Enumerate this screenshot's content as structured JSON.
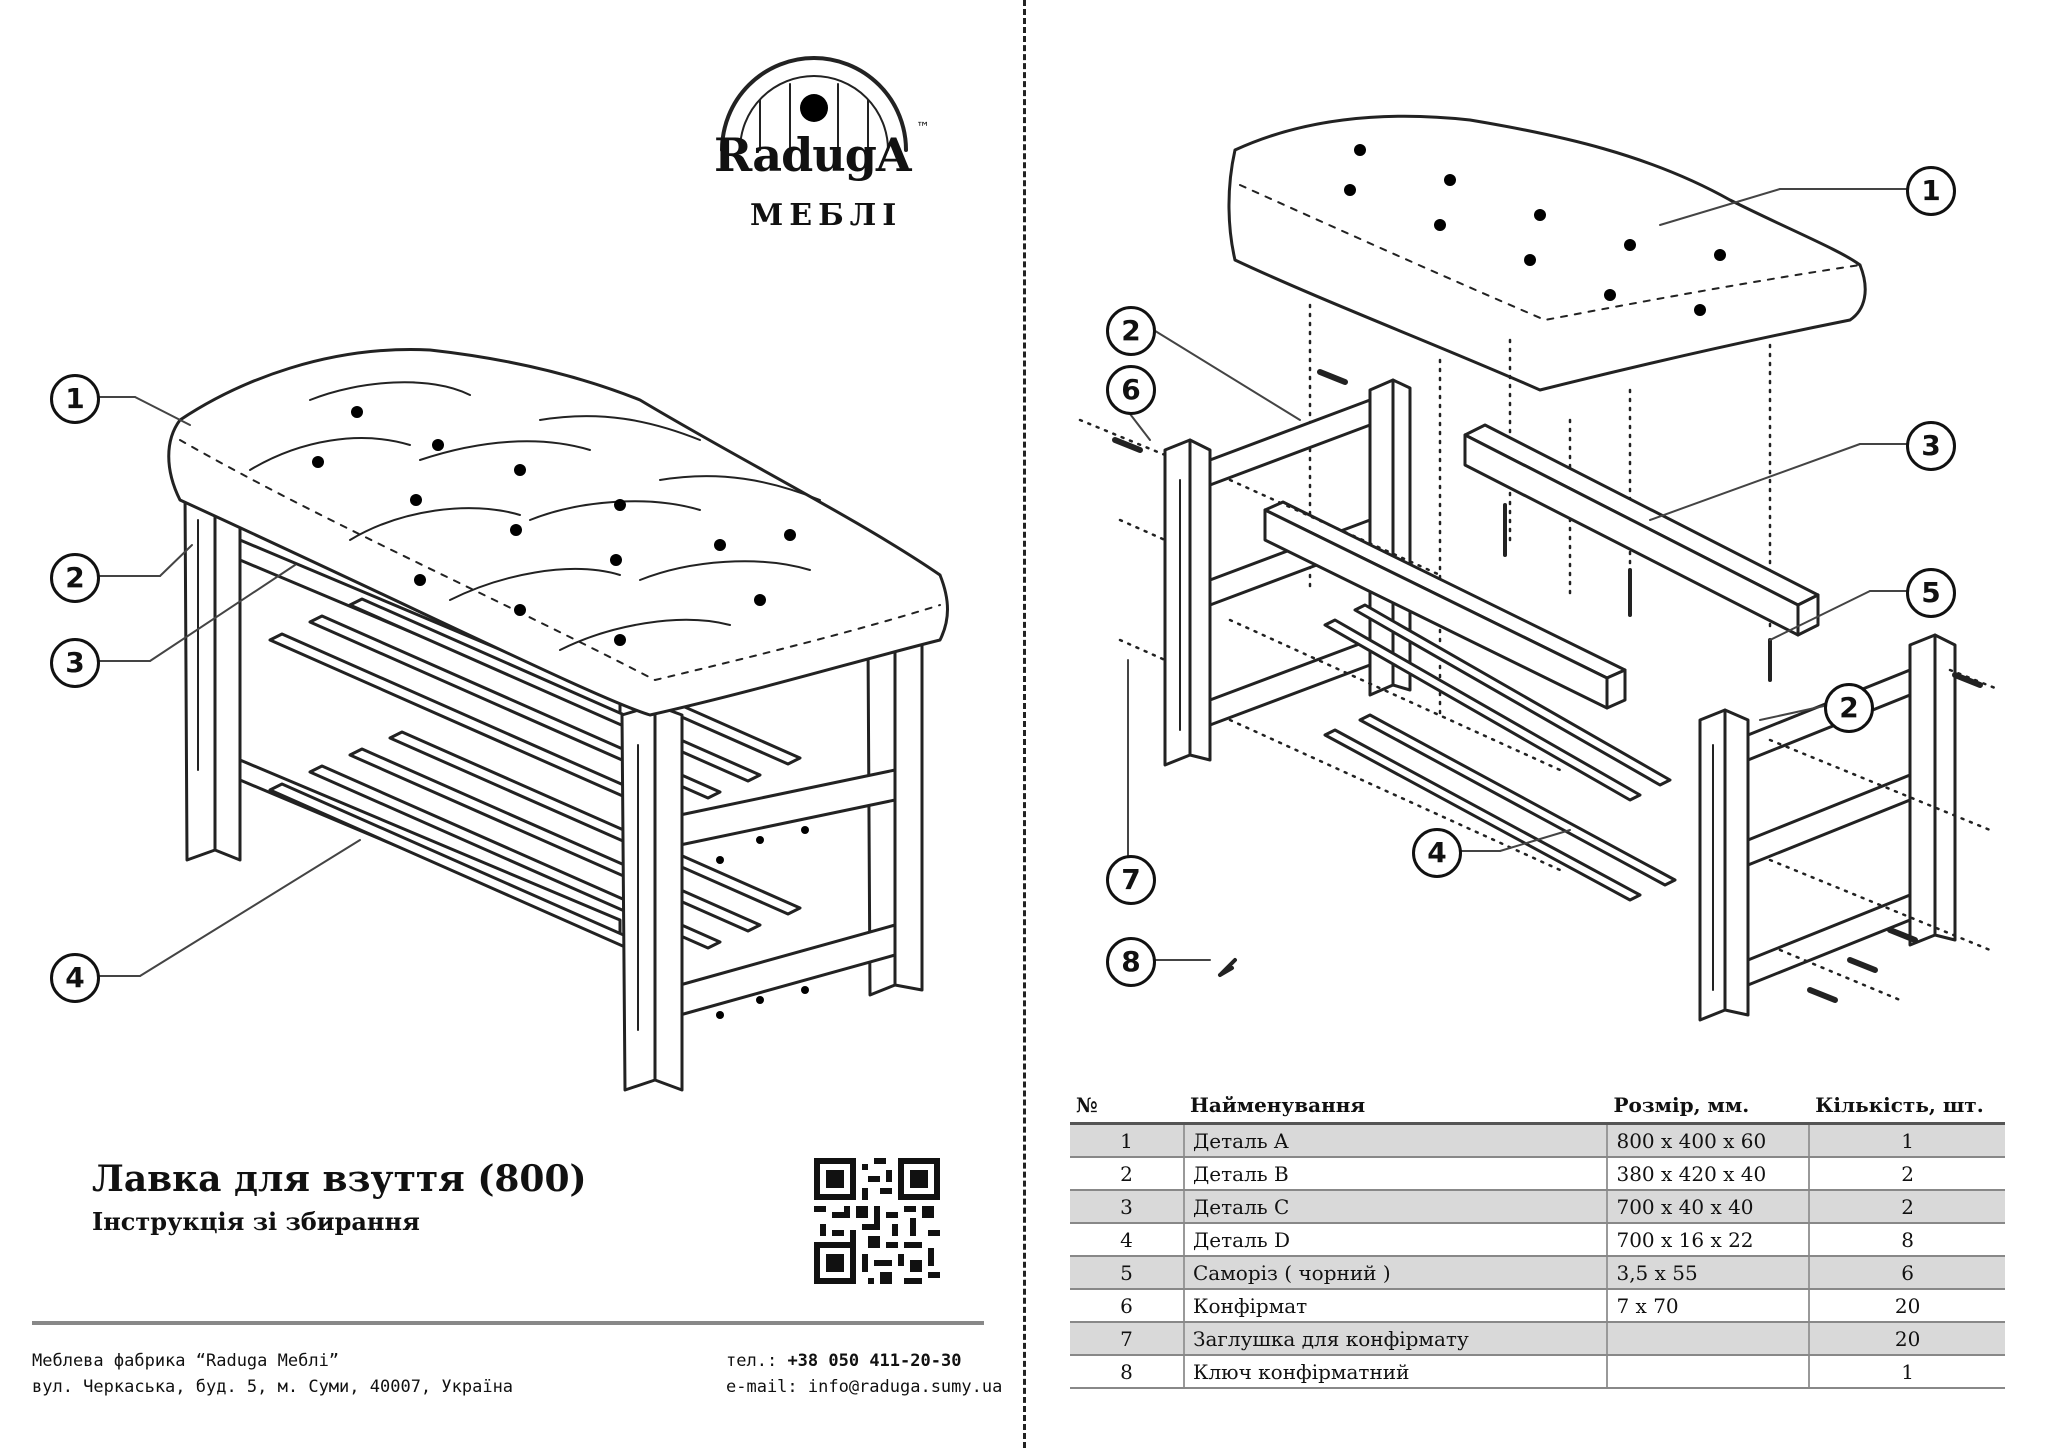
{
  "brand": {
    "word": "RadugA",
    "sub": "МЕБЛІ",
    "tm": "™"
  },
  "title": "Лавка для взуття (800)",
  "subtitle": "Інструкція зі збирання",
  "footer": {
    "company": "Меблева фабрика “Raduga Меблі”",
    "address": "вул. Черкаська, буд. 5, м. Суми, 40007, Україна",
    "phone_label": "тел.:",
    "phone": "+38 050 411-20-30",
    "email": "e-mail: info@raduga.sumy.ua"
  },
  "left_callouts": [
    "1",
    "2",
    "3",
    "4"
  ],
  "right_callouts": [
    "1",
    "2",
    "3",
    "5",
    "6",
    "2",
    "4",
    "7",
    "8"
  ],
  "table": {
    "headers": [
      "№",
      "Найменування",
      "Розмір, мм.",
      "Кількість, шт."
    ],
    "rows": [
      {
        "n": "1",
        "name": "Деталь A",
        "size": "800 x 400 x 60",
        "qty": "1"
      },
      {
        "n": "2",
        "name": "Деталь B",
        "size": "380 x 420 x 40",
        "qty": "2"
      },
      {
        "n": "3",
        "name": "Деталь C",
        "size": "700 x 40 x 40",
        "qty": "2"
      },
      {
        "n": "4",
        "name": "Деталь D",
        "size": "700 x 16 x 22",
        "qty": "8"
      },
      {
        "n": "5",
        "name": "Саморіз ( чорний )",
        "size": "3,5 x 55",
        "qty": "6"
      },
      {
        "n": "6",
        "name": "Конфірмат",
        "size": "7 x 70",
        "qty": "20"
      },
      {
        "n": "7",
        "name": "Заглушка для конфірмату",
        "size": "",
        "qty": "20"
      },
      {
        "n": "8",
        "name": "Ключ конфірматний",
        "size": "",
        "qty": "1"
      }
    ]
  }
}
